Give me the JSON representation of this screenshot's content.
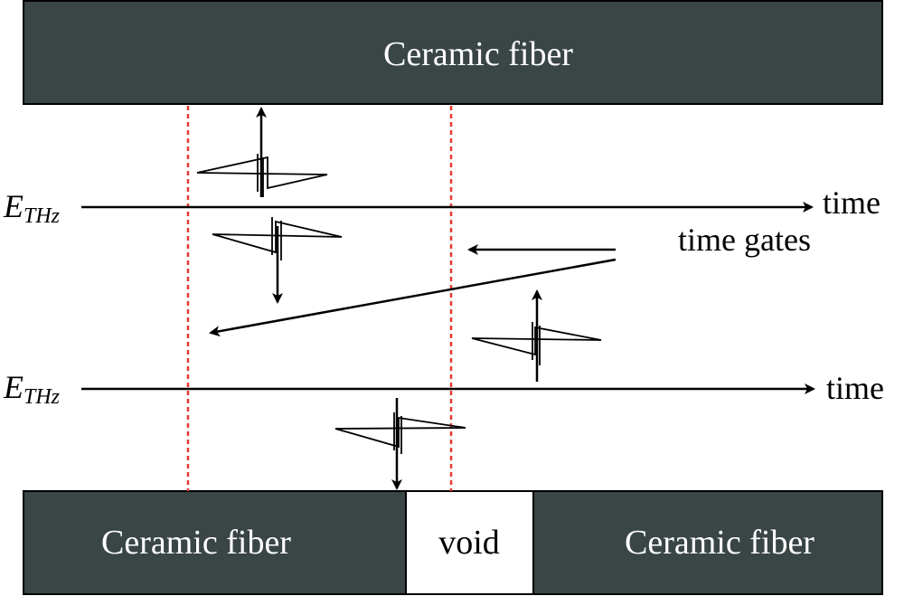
{
  "colors": {
    "fiber": "#3a4545",
    "void": "#ffffff",
    "gate_line": "#e53935",
    "ink": "#000000",
    "label_light": "#ffffff"
  },
  "blocks": {
    "top_fiber": "Ceramic fiber",
    "bottom_left_fiber": "Ceramic fiber",
    "void": "void",
    "bottom_right_fiber": "Ceramic fiber"
  },
  "axes": {
    "upper": {
      "symbol": "E",
      "subscript": "THz",
      "end_label": "time"
    },
    "lower": {
      "symbol": "E",
      "subscript": "THz",
      "end_label": "time"
    }
  },
  "annotation": "time gates",
  "icons": [
    "arrow-up-icon",
    "arrow-down-icon",
    "arrow-left-icon"
  ]
}
